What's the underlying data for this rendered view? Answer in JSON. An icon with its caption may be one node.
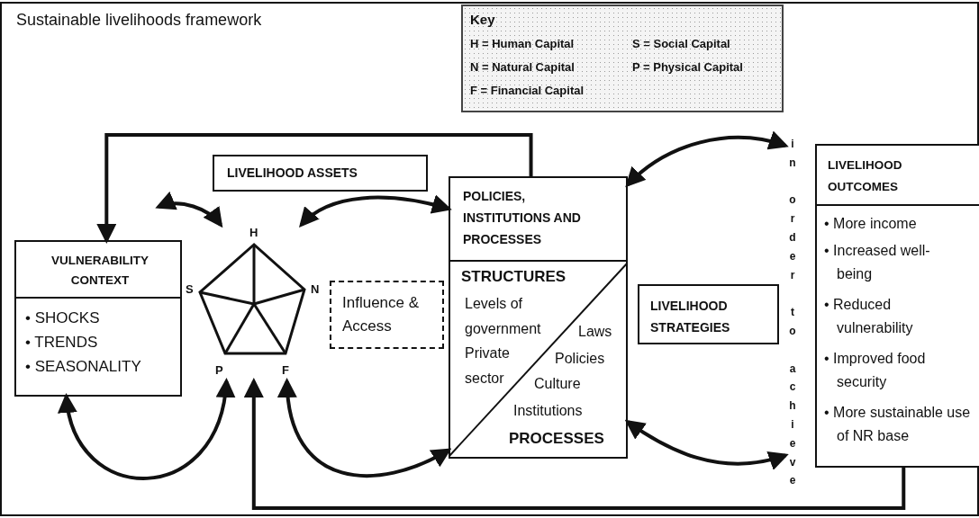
{
  "diagram": {
    "title": "Sustainable livelihoods framework",
    "nodes": [
      {
        "text": [
          "Key",
          "H = Human Capital",
          "S = Social Capital",
          "N = Natural Capital",
          "P = Physical Capital",
          "F = Financial Capital"
        ]
      },
      {
        "text": [
          "VULNERABILITY CONTEXT",
          "• SHOCKS",
          "• TRENDS",
          "• SEASONALITY"
        ]
      },
      {
        "text": [
          "LIVELIHOOD ASSETS"
        ]
      },
      {
        "text": [],
        "shape": "pentagon",
        "beside": [
          "H",
          "S",
          "N",
          "P",
          "F"
        ]
      },
      {
        "text": [
          "Influence & Access"
        ]
      },
      {
        "text": [
          "POLICIES, INSTITUTIONS AND PROCESSES",
          "STRUCTURES",
          "Levels of government",
          "Private sector",
          "Laws",
          "Policies",
          "Culture",
          "Institutions",
          "PROCESSES"
        ]
      },
      {
        "text": [
          "LIVELIHOOD STRATEGIES"
        ]
      },
      {
        "text": [
          "in order to achieve"
        ]
      },
      {
        "text": [
          "LIVELIHOOD OUTCOMES",
          "• More income",
          "• Increased well-being",
          "• Reduced vulnerability",
          "• Improved food security",
          "• More sustainable use of NR base"
        ]
      }
    ],
    "edges": [
      {
        "from": 5,
        "to": 1,
        "arrow": "to"
      },
      {
        "from": 8,
        "to": 3,
        "arrow": "to"
      },
      {
        "from": null,
        "to": 3,
        "arrow": "both"
      },
      {
        "from": 1,
        "to": 3,
        "arrow": "both"
      },
      {
        "from": 3,
        "to": 5,
        "arrow": "both"
      },
      {
        "from": 3,
        "to": 5,
        "arrow": "both"
      },
      {
        "from": 5,
        "to": 7,
        "arrow": "both"
      },
      {
        "from": 5,
        "to": 7,
        "arrow": "both"
      }
    ]
  }
}
